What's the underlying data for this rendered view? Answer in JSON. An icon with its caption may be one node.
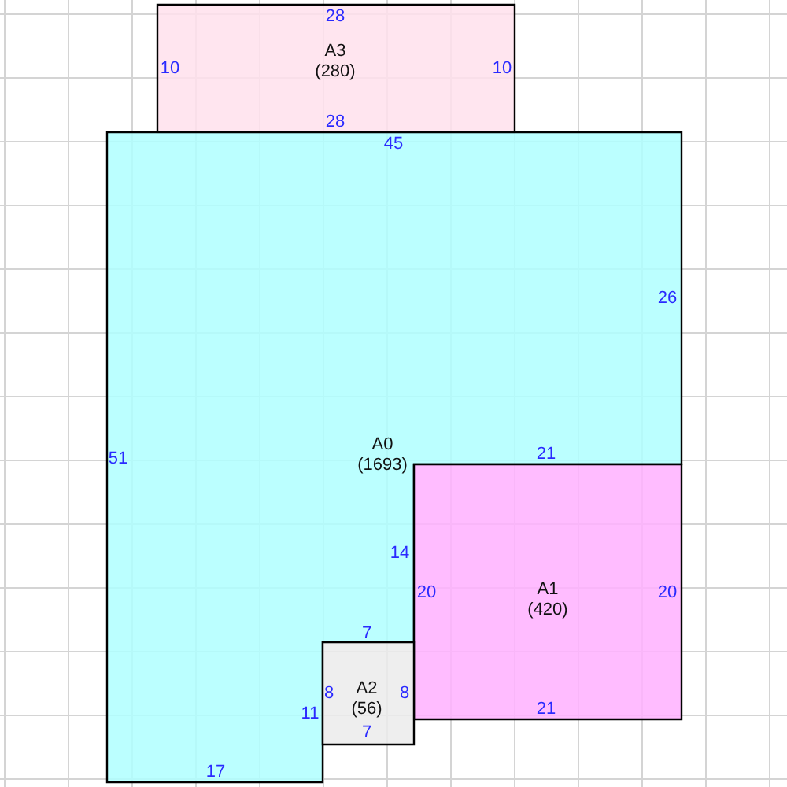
{
  "diagram": {
    "nodes": [
      {
        "text": [
          "A3",
          "(280)"
        ]
      },
      {
        "text": [
          "A0",
          "(1693)"
        ]
      },
      {
        "text": [
          "A1",
          "(420)"
        ]
      },
      {
        "text": [
          "A2",
          "(56)"
        ]
      }
    ],
    "labels": [
      "28",
      "10",
      "10",
      "28",
      "45",
      "26",
      "21",
      "51",
      "14",
      "20",
      "20",
      "7",
      "8",
      "8",
      "21",
      "11",
      "7",
      "17"
    ]
  }
}
